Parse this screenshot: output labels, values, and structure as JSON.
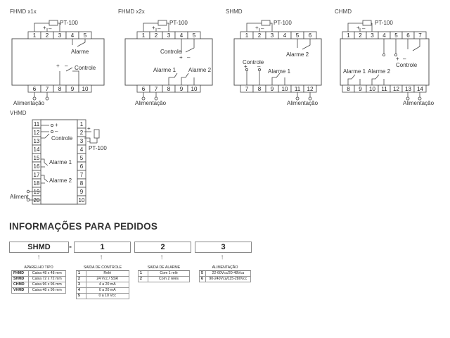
{
  "diagrams": {
    "fhmd_x1x": {
      "title": "FHMD x1x",
      "sensor": "PT-100",
      "alarm": "Alarme",
      "control": "Controle",
      "power": "Alimentação",
      "plus": "+",
      "minus": "–",
      "top_terminals": [
        "1",
        "2",
        "3",
        "4",
        "5"
      ],
      "bottom_terminals": [
        "6",
        "7",
        "8",
        "9",
        "10"
      ]
    },
    "fhmd_x2x": {
      "title": "FHMD x2x",
      "sensor": "PT-100",
      "control": "Controle",
      "alarm1": "Alarme 1",
      "alarm2": "Alarme 2",
      "power": "Alimentação",
      "plus": "+",
      "minus": "–",
      "top_terminals": [
        "1",
        "2",
        "3",
        "4",
        "5"
      ],
      "bottom_terminals": [
        "6",
        "7",
        "8",
        "9",
        "10"
      ]
    },
    "shmd": {
      "title": "SHMD",
      "sensor": "PT-100",
      "control": "Controle",
      "alarm1": "Alarme 1",
      "alarm2": "Alarme 2",
      "power": "Alimentação",
      "plus": "+",
      "minus": "–",
      "top_terminals": [
        "1",
        "2",
        "3",
        "4",
        "5",
        "6"
      ],
      "bottom_terminals": [
        "7",
        "8",
        "9",
        "10",
        "11",
        "12"
      ]
    },
    "chmd": {
      "title": "CHMD",
      "sensor": "PT-100",
      "control": "Controle",
      "alarm1": "Alarme 1",
      "alarm2": "Alarme 2",
      "power": "Alimentação",
      "plus": "+",
      "minus": "–",
      "top_terminals": [
        "1",
        "2",
        "3",
        "4",
        "5",
        "6",
        "7"
      ],
      "bottom_terminals": [
        "8",
        "9",
        "10",
        "11",
        "12",
        "13",
        "14"
      ]
    },
    "vhmd": {
      "title": "VHMD",
      "sensor": "PT-100",
      "control": "Controle",
      "alarm1": "Alarme 1",
      "alarm2": "Alarme 2",
      "power": "Aliment.",
      "plus": "+",
      "minus": "–",
      "left_terminals": [
        "11",
        "12",
        "13",
        "14",
        "15",
        "16",
        "17",
        "18",
        "19",
        "20"
      ],
      "right_terminals": [
        "1",
        "2",
        "3",
        "4",
        "5",
        "6",
        "7",
        "8",
        "9",
        "10"
      ]
    }
  },
  "order": {
    "title": "INFORMAÇÕES PARA PEDIDOS",
    "codes": [
      "SHMD",
      "1",
      "2",
      "3"
    ],
    "dash": "-",
    "arrow": "↑",
    "tables": {
      "model": {
        "header": "APARELHO TIPO",
        "rows": [
          [
            "FHMD",
            "Caixa 48 x 48 mm"
          ],
          [
            "SHMD",
            "Caixa 72 x 72 mm"
          ],
          [
            "CHMD",
            "Caixa 96 x 96 mm"
          ],
          [
            "VHMD",
            "Caixa 48 x 96 mm"
          ]
        ]
      },
      "control": {
        "header": "SAÍDA DE CONTROLE",
        "rows": [
          [
            "1",
            "Relé"
          ],
          [
            "2",
            "24 Vcc / SSR"
          ],
          [
            "3",
            "4 a 20 mA"
          ],
          [
            "4",
            "0 a 20 mA"
          ],
          [
            "5",
            "0 a 10 Vcc"
          ]
        ]
      },
      "alarm": {
        "header": "SAÍDA DE ALARME",
        "rows": [
          [
            "1",
            "Com 1 relé"
          ],
          [
            "2",
            "Com 2 relés"
          ]
        ]
      },
      "power": {
        "header": "ALIMENTAÇÃO",
        "rows": [
          [
            "5",
            "22-60Vcc/20-48Vca"
          ],
          [
            "6",
            "90-240Vca/115-280Vcc"
          ]
        ]
      }
    }
  }
}
